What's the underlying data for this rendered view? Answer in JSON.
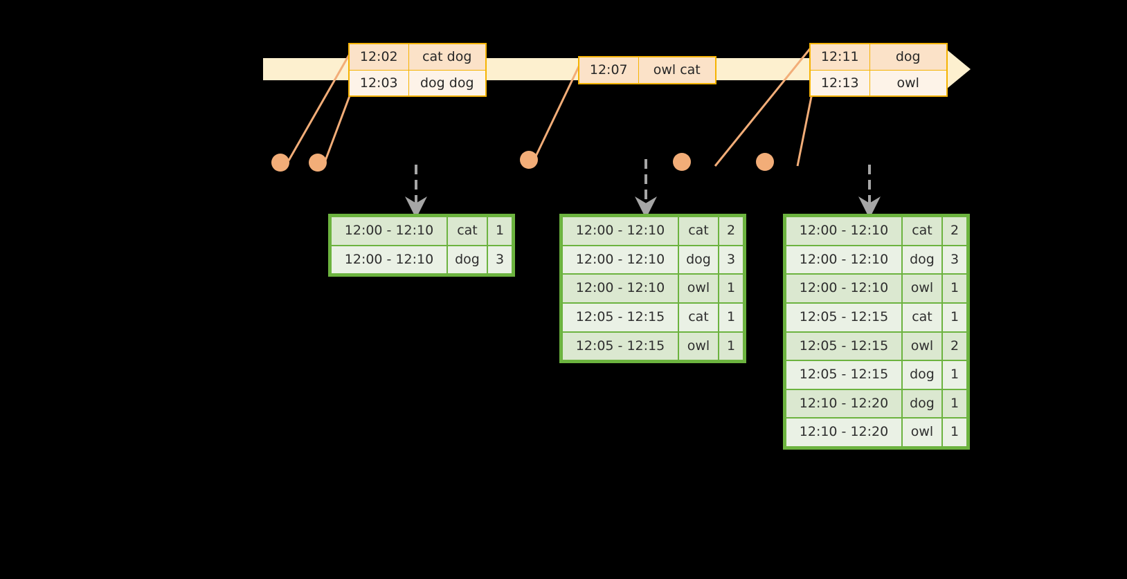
{
  "diagram": {
    "title": "windowed word count streaming diagram",
    "colors": {
      "background": "#000000",
      "timeline_fill": "#fdf0cf",
      "event_border": "#f5b301",
      "event_fill_odd": "#fbe2c8",
      "event_fill_even": "#fdf3e8",
      "connector": "#f2ad78",
      "result_border": "#6cb33f",
      "result_fill_odd": "#dbe8d0",
      "result_fill_even": "#eaf1e5",
      "arrow": "#a6a6a6"
    }
  },
  "timeline": {
    "name": "event-stream-timeline",
    "events": [
      {
        "group": "event-group-1",
        "rows": [
          {
            "time": "12:02",
            "words": "cat dog"
          },
          {
            "time": "12:03",
            "words": "dog dog"
          }
        ]
      },
      {
        "group": "event-group-2",
        "rows": [
          {
            "time": "12:07",
            "words": "owl cat"
          }
        ]
      },
      {
        "group": "event-group-3",
        "rows": [
          {
            "time": "12:11",
            "words": "dog"
          },
          {
            "time": "12:13",
            "words": "owl"
          }
        ]
      }
    ]
  },
  "results": [
    {
      "name": "result-table-1",
      "rows": [
        {
          "window": "12:00 - 12:10",
          "word": "cat",
          "count": "1"
        },
        {
          "window": "12:00 - 12:10",
          "word": "dog",
          "count": "3"
        }
      ]
    },
    {
      "name": "result-table-2",
      "rows": [
        {
          "window": "12:00 - 12:10",
          "word": "cat",
          "count": "2"
        },
        {
          "window": "12:00 - 12:10",
          "word": "dog",
          "count": "3"
        },
        {
          "window": "12:00 - 12:10",
          "word": "owl",
          "count": "1"
        },
        {
          "window": "12:05 - 12:15",
          "word": "cat",
          "count": "1"
        },
        {
          "window": "12:05 - 12:15",
          "word": "owl",
          "count": "1"
        }
      ]
    },
    {
      "name": "result-table-3",
      "rows": [
        {
          "window": "12:00 - 12:10",
          "word": "cat",
          "count": "2"
        },
        {
          "window": "12:00 - 12:10",
          "word": "dog",
          "count": "3"
        },
        {
          "window": "12:00 - 12:10",
          "word": "owl",
          "count": "1"
        },
        {
          "window": "12:05 - 12:15",
          "word": "cat",
          "count": "1"
        },
        {
          "window": "12:05 - 12:15",
          "word": "owl",
          "count": "2"
        },
        {
          "window": "12:05 - 12:15",
          "word": "dog",
          "count": "1"
        },
        {
          "window": "12:10 - 12:20",
          "word": "dog",
          "count": "1"
        },
        {
          "window": "12:10 - 12:20",
          "word": "owl",
          "count": "1"
        }
      ]
    }
  ]
}
